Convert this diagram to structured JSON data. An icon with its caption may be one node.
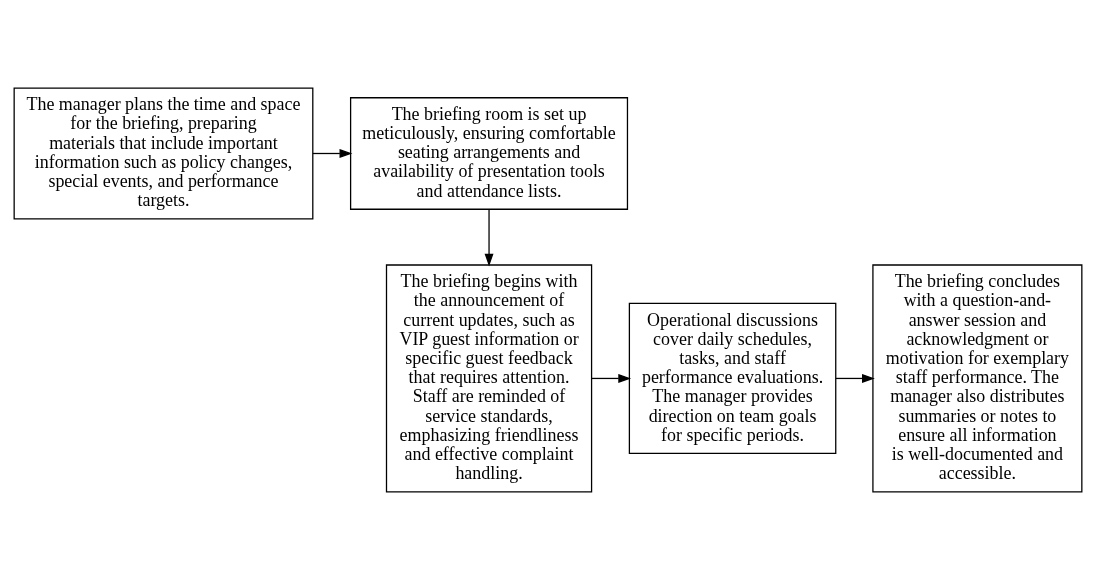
{
  "diagram": {
    "nodes": [
      {
        "text": [
          "The manager plans the time and space for the briefing, preparing materials that include important information such as policy changes, special events, and performance targets."
        ]
      },
      {
        "text": [
          "The briefing room is set up meticulously, ensuring comfortable seating arrangements and availability of presentation tools and attendance lists."
        ]
      },
      {
        "text": [
          "The briefing begins with the announcement of current updates, such as VIP guest information or specific guest feedback that requires attention. Staff are reminded of service standards, emphasizing friendliness and effective complaint handling."
        ]
      },
      {
        "text": [
          "Operational discussions cover daily schedules, tasks, and staff performance evaluations. The manager provides direction on team goals for specific periods."
        ]
      },
      {
        "text": [
          "The briefing concludes with a question-and-answer session and acknowledgment or motivation for exemplary staff performance. The manager also distributes summaries or notes to ensure all information is well-documented and accessible."
        ]
      }
    ],
    "edges": [
      {
        "from": 0,
        "to": 1,
        "arrow": "to"
      },
      {
        "from": 1,
        "to": 2,
        "arrow": "to"
      },
      {
        "from": 2,
        "to": 3,
        "arrow": "to"
      },
      {
        "from": 3,
        "to": 4,
        "arrow": "to"
      }
    ]
  }
}
